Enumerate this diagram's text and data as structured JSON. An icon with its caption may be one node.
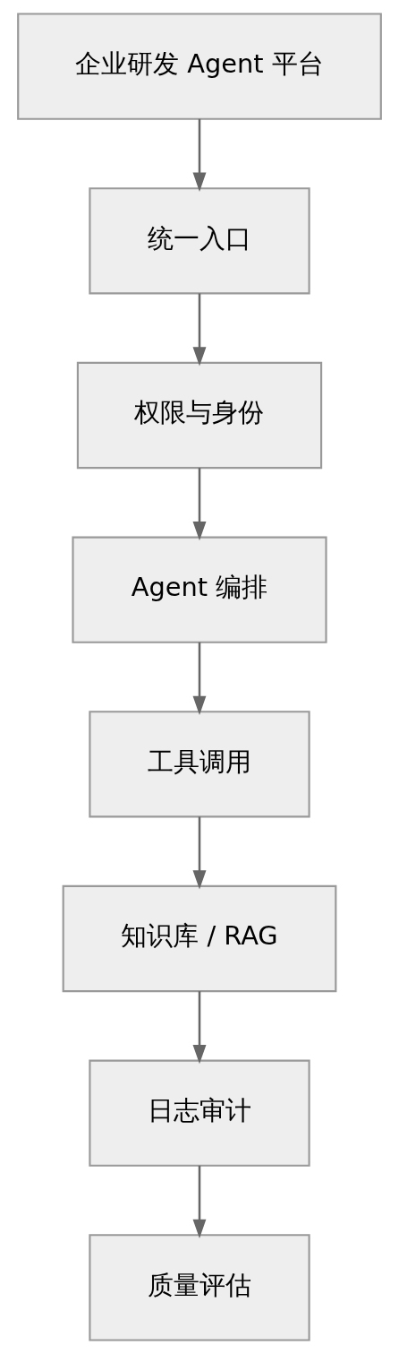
{
  "diagram": {
    "nodes": [
      {
        "text": [
          "企业研发 Agent 平台"
        ]
      },
      {
        "text": [
          "统一入口"
        ]
      },
      {
        "text": [
          "权限与身份"
        ]
      },
      {
        "text": [
          "Agent 编排"
        ]
      },
      {
        "text": [
          "工具调用"
        ]
      },
      {
        "text": [
          "知识库 / RAG"
        ]
      },
      {
        "text": [
          "日志审计"
        ]
      },
      {
        "text": [
          "质量评估"
        ]
      }
    ],
    "edges": [
      {
        "from": 0,
        "to": 1,
        "arrow": "to"
      },
      {
        "from": 1,
        "to": 2,
        "arrow": "to"
      },
      {
        "from": 2,
        "to": 3,
        "arrow": "to"
      },
      {
        "from": 3,
        "to": 4,
        "arrow": "to"
      },
      {
        "from": 4,
        "to": 5,
        "arrow": "to"
      },
      {
        "from": 5,
        "to": 6,
        "arrow": "to"
      },
      {
        "from": 6,
        "to": 7,
        "arrow": "to"
      }
    ]
  }
}
